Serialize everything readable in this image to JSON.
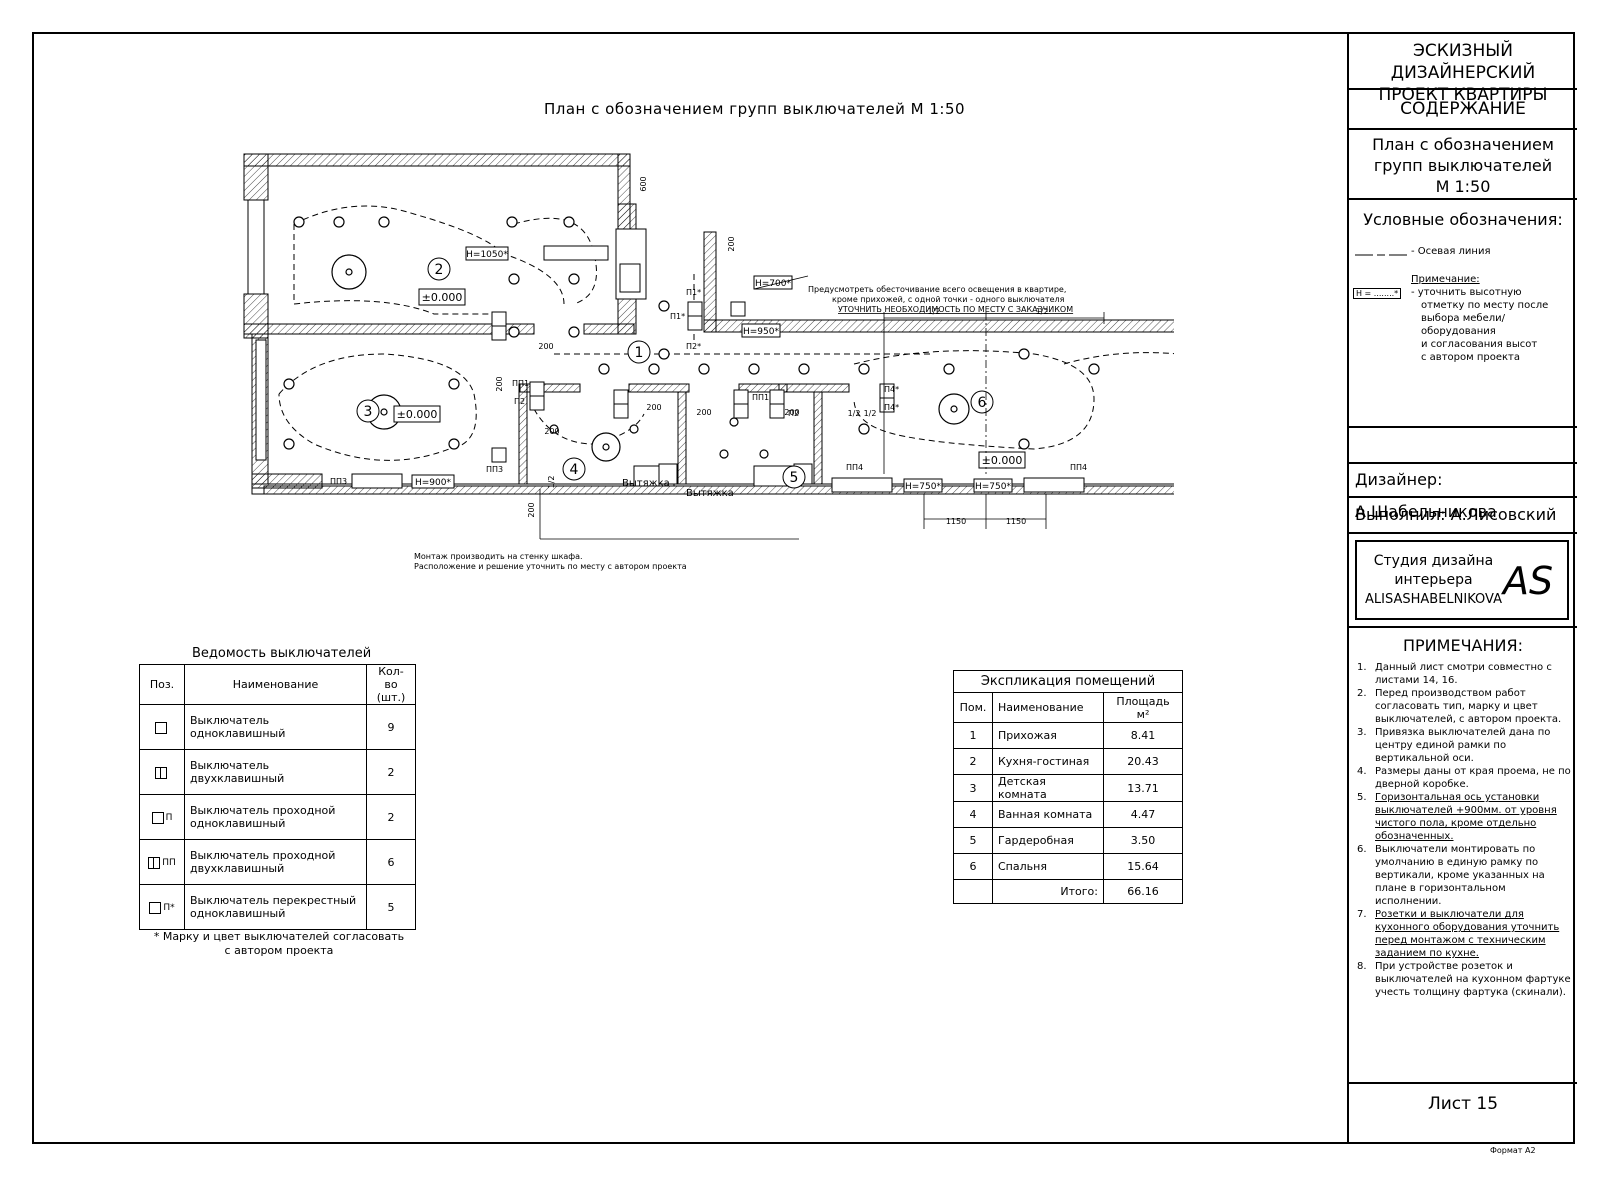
{
  "plan": {
    "title": "План с обозначением групп выключателей М 1:50",
    "rooms": [
      "1",
      "2",
      "3",
      "4",
      "5",
      "6"
    ],
    "levels": [
      "±0.000",
      "±0.000",
      "±0.000"
    ],
    "heights": [
      "H=1050*",
      "H=700*",
      "H=950*",
      "H=900*",
      "H=750*",
      "H=750*"
    ],
    "switch_labels": [
      "П1*",
      "П1*",
      "П2*",
      "ПП1",
      "П2",
      "ПП1",
      "П2",
      "ПП3",
      "ПП3",
      "ПП4",
      "П4*",
      "П4*",
      "ПП4"
    ],
    "dims": [
      "600",
      "200",
      "200",
      "200",
      "200",
      "200",
      "200",
      "1/2",
      "1/2",
      "1/2",
      "1/2",
      "1/2",
      "1150",
      "1150",
      "200",
      "200"
    ],
    "hoods": [
      "Вытяжка",
      "Вытяжка"
    ],
    "note1": [
      "Предусмотреть обесточивание всего освещения в квартире,",
      "кроме прихожей, с одной точки - одного выключателя",
      "УТОЧНИТЬ НЕОБХОДИМОСТЬ ПО МЕСТУ С ЗАКАЗЧИКОМ"
    ],
    "note2": [
      "Монтаж производить на стенку шкафа.",
      "Расположение и решение уточнить по месту с автором проекта"
    ]
  },
  "switches": {
    "title": "Ведомость выключателей",
    "headers": [
      "Поз.",
      "Наименование",
      "Кол-во (шт.)"
    ],
    "rows": [
      {
        "sym": "one",
        "lbl": "",
        "name": "Выключатель одноклавишный",
        "qty": "9"
      },
      {
        "sym": "two",
        "lbl": "",
        "name": "Выключатель двухклавишный",
        "qty": "2"
      },
      {
        "sym": "one",
        "lbl": "П",
        "name": "Выключатель проходной одноклавишный",
        "qty": "2"
      },
      {
        "sym": "two",
        "lbl": "ПП",
        "name": "Выключатель проходной двухклавишный",
        "qty": "6"
      },
      {
        "sym": "one",
        "lbl": "П*",
        "name": "Выключатель перекрестный одноклавишный",
        "qty": "5"
      }
    ],
    "footnote": [
      "* Марку и цвет выключателей согласовать",
      "с автором проекта"
    ]
  },
  "explication": {
    "title": "Экспликация помещений",
    "headers": [
      "Пом.",
      "Наименование",
      "Площадь м²"
    ],
    "rows": [
      {
        "n": "1",
        "name": "Прихожая",
        "area": "8.41"
      },
      {
        "n": "2",
        "name": "Кухня-гостиная",
        "area": "20.43"
      },
      {
        "n": "3",
        "name": "Детская комната",
        "area": "13.71"
      },
      {
        "n": "4",
        "name": "Ванная комната",
        "area": "4.47"
      },
      {
        "n": "5",
        "name": "Гардеробная",
        "area": "3.50"
      },
      {
        "n": "6",
        "name": "Спальня",
        "area": "15.64"
      }
    ],
    "total_label": "Итого:",
    "total": "66.16"
  },
  "titleblock": {
    "project": [
      "ЭСКИЗНЫЙ ДИЗАЙНЕРСКИЙ",
      "ПРОЕКТ КВАРТИРЫ"
    ],
    "contents": "СОДЕРЖАНИЕ",
    "sheet_name": [
      "План с обозначением",
      "групп выключателей",
      "М 1:50"
    ],
    "legend_title": "Условные обозначения:",
    "legend_axis": "- Осевая линия",
    "legend_note_title": "Примечание:",
    "legend_h": "Н = ........*",
    "legend_note": [
      "- уточнить высотную",
      "отметку по месту после",
      "выбора мебели/оборудования",
      "и согласования высот",
      "с автором проекта"
    ],
    "designer": "Дизайнер: А.Шабельникова",
    "executor": "Выполнил: А.Лисовский",
    "studio": [
      "Студия дизайна",
      "интерьера",
      "ALISASHABELNIKOVA"
    ],
    "logo": "AS",
    "notes_title": "ПРИМЕЧАНИЯ:",
    "notes": [
      {
        "n": "1.",
        "t": "Данный лист смотри совместно с листами 14, 16."
      },
      {
        "n": "2.",
        "t": "Перед производством работ согласовать тип, марку и цвет выключателей, с автором проекта."
      },
      {
        "n": "3.",
        "t": "Привязка выключателей дана по центру единой рамки по вертикальной оси."
      },
      {
        "n": "4.",
        "t": "Размеры даны от края проема, не по дверной коробке."
      },
      {
        "n": "5.",
        "t": "Горизонтальная ось установки выключателей +900мм. от уровня чистого пола, кроме отдельно обозначенных."
      },
      {
        "n": "6.",
        "t": "Выключатели монтировать по умолчанию в единую рамку по вертикали, кроме указанных на плане в горизонтальном исполнении."
      },
      {
        "n": "7.",
        "t": "Розетки и выключатели для кухонного оборудования уточнить перед монтажом с техническим заданием по кухне."
      },
      {
        "n": "8.",
        "t": "При устройстве розеток и выключателей на кухонном фартуке учесть толщину фартука (скинали)."
      }
    ],
    "sheet": "Лист 15",
    "format": "Формат А2"
  }
}
